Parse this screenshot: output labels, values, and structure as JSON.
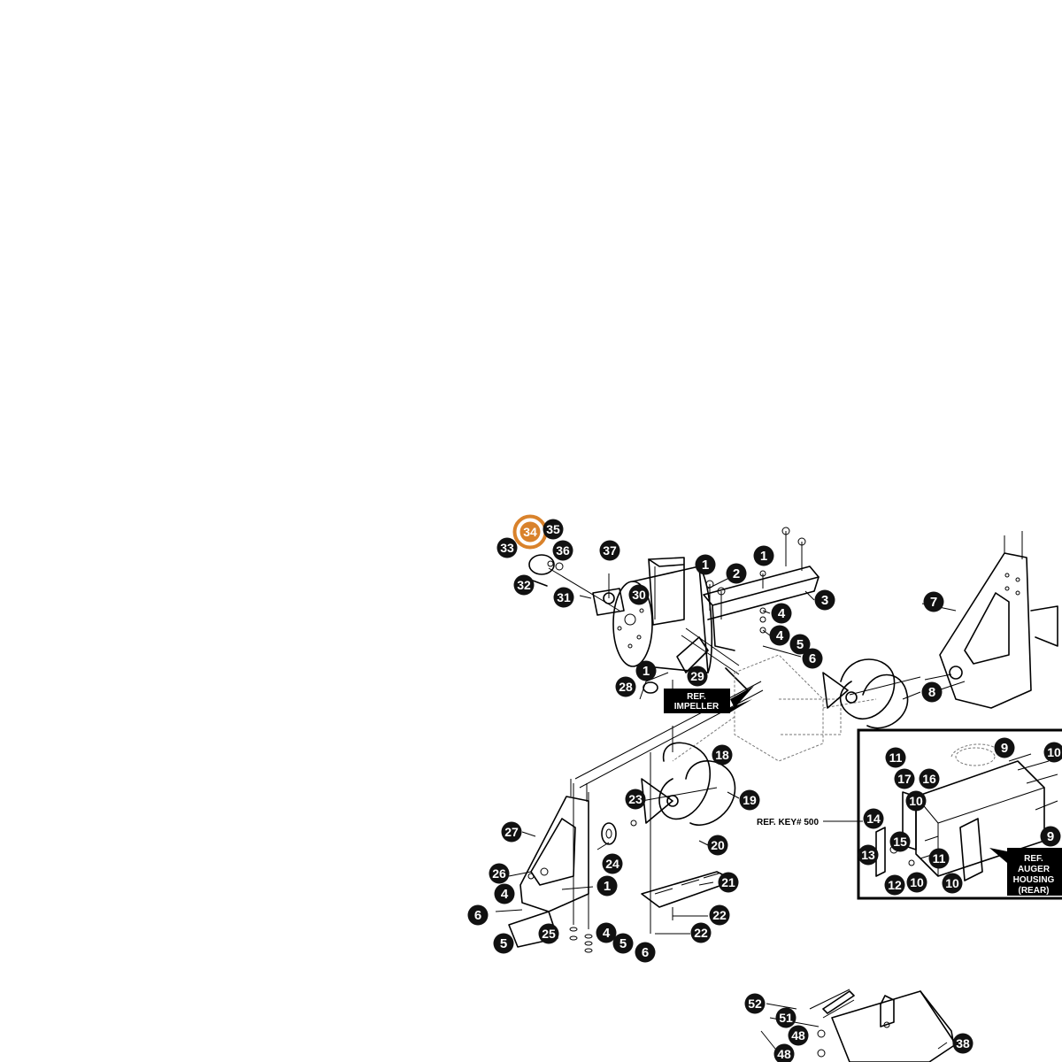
{
  "highlight_color": "#d9822b",
  "badge_color": "#111111",
  "callouts": {
    "impeller": [
      "REF.",
      "IMPELLER"
    ],
    "auger_housing": [
      "REF.",
      "AUGER",
      "HOUSING",
      "(REAR)"
    ]
  },
  "ref_key_label": "REF. KEY# 500",
  "badges": [
    {
      "label": "34",
      "highlighted": true
    },
    {
      "label": "35"
    },
    {
      "label": "33"
    },
    {
      "label": "36"
    },
    {
      "label": "32"
    },
    {
      "label": "31"
    },
    {
      "label": "37"
    },
    {
      "label": "30"
    },
    {
      "label": "1"
    },
    {
      "label": "2"
    },
    {
      "label": "1"
    },
    {
      "label": "3"
    },
    {
      "label": "4"
    },
    {
      "label": "4"
    },
    {
      "label": "5"
    },
    {
      "label": "6"
    },
    {
      "label": "1"
    },
    {
      "label": "29"
    },
    {
      "label": "28"
    },
    {
      "label": "7"
    },
    {
      "label": "8"
    },
    {
      "label": "9"
    },
    {
      "label": "10"
    },
    {
      "label": "11"
    },
    {
      "label": "17"
    },
    {
      "label": "16"
    },
    {
      "label": "10"
    },
    {
      "label": "14"
    },
    {
      "label": "15"
    },
    {
      "label": "9"
    },
    {
      "label": "13"
    },
    {
      "label": "11"
    },
    {
      "label": "12"
    },
    {
      "label": "10"
    },
    {
      "label": "10"
    },
    {
      "label": "18"
    },
    {
      "label": "19"
    },
    {
      "label": "23"
    },
    {
      "label": "27"
    },
    {
      "label": "24"
    },
    {
      "label": "20"
    },
    {
      "label": "21"
    },
    {
      "label": "26"
    },
    {
      "label": "1"
    },
    {
      "label": "4"
    },
    {
      "label": "6"
    },
    {
      "label": "5"
    },
    {
      "label": "25"
    },
    {
      "label": "22"
    },
    {
      "label": "22"
    },
    {
      "label": "4"
    },
    {
      "label": "5"
    },
    {
      "label": "6"
    },
    {
      "label": "52"
    },
    {
      "label": "51"
    },
    {
      "label": "48"
    },
    {
      "label": "48"
    },
    {
      "label": "38"
    }
  ]
}
